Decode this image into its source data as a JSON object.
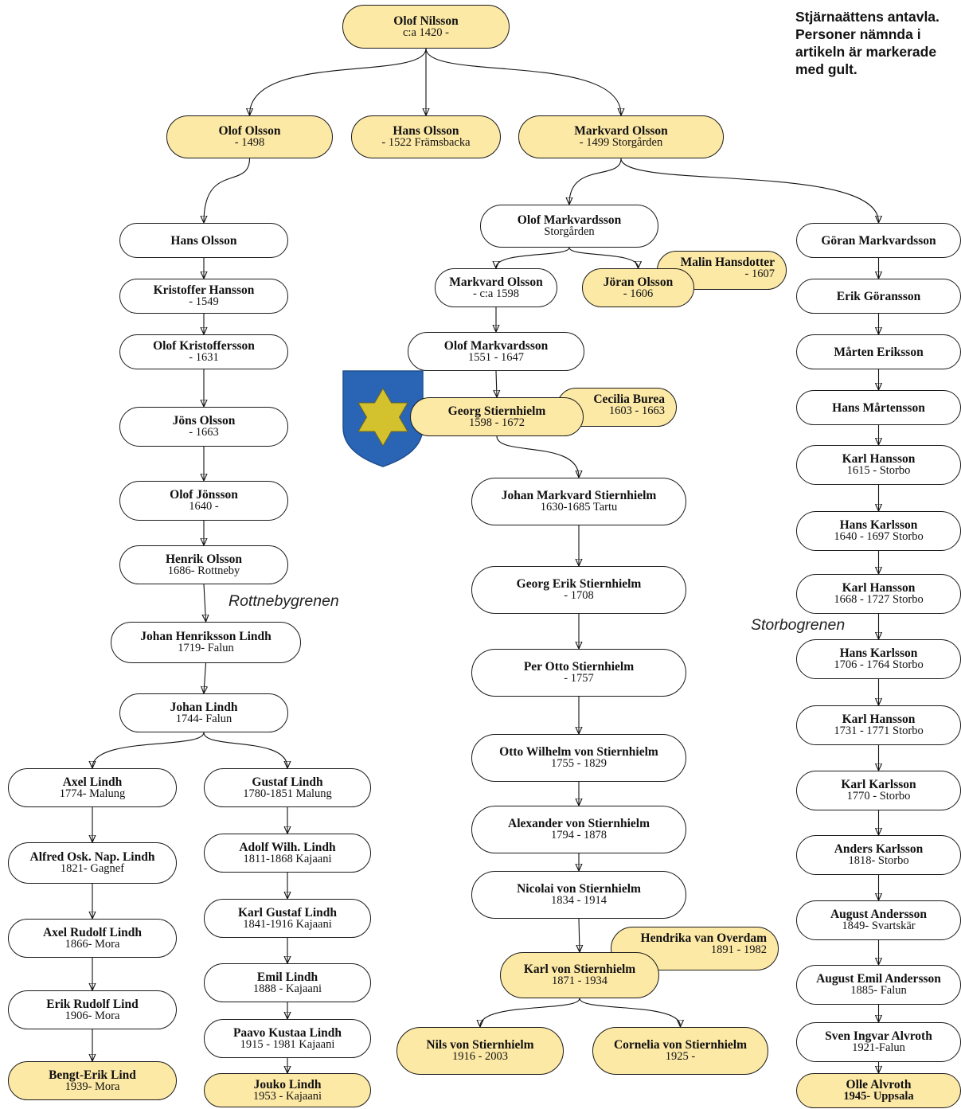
{
  "legend": "Stjärnaättens antavla. Personer nämnda i artikeln är markerade med gult.",
  "branches": {
    "rottneby": "Rottnebygrenen",
    "storbo": "Storbogrenen"
  },
  "coat_of_arms": {
    "icon": "shield-star-icon",
    "field_color": "#2a64b4",
    "star_color": "#d3c22e"
  },
  "colors": {
    "highlight": "#fde9a6",
    "plain": "#ffffff",
    "stroke": "#1a1a1a"
  },
  "people": {
    "olof_nilsson": {
      "name": "Olof  Nilsson",
      "dates": "c:a 1420 -",
      "highlight": true
    },
    "olof_olsson": {
      "name": "Olof Olsson",
      "dates": "- 1498",
      "highlight": true
    },
    "hans_olsson_1": {
      "name": "Hans Olsson",
      "dates": "- 1522 Främsbacka",
      "highlight": true
    },
    "markvard_olsson_1": {
      "name": "Markvard Olsson",
      "dates": "- 1499 Storgården",
      "highlight": true
    },
    "hans_olsson_2": {
      "name": "Hans Olsson",
      "dates": "",
      "highlight": false
    },
    "kristoffer_hansson": {
      "name": "Kristoffer Hansson",
      "dates": "- 1549",
      "highlight": false
    },
    "olof_kristoffersson": {
      "name": "Olof Kristoffersson",
      "dates": "- 1631",
      "highlight": false
    },
    "jons_olsson": {
      "name": "Jöns Olsson",
      "dates": "- 1663",
      "highlight": false
    },
    "olof_jonsson": {
      "name": "Olof Jönsson",
      "dates": "1640 -",
      "highlight": false
    },
    "henrik_olsson": {
      "name": "Henrik Olsson",
      "dates": "1686- Rottneby",
      "highlight": false
    },
    "johan_henriksson_lindh": {
      "name": "Johan Henriksson Lindh",
      "dates": "1719- Falun",
      "highlight": false
    },
    "johan_lindh": {
      "name": "Johan Lindh",
      "dates": "1744- Falun",
      "highlight": false
    },
    "axel_lindh": {
      "name": "Axel Lindh",
      "dates": "1774- Malung",
      "highlight": false
    },
    "gustaf_lindh": {
      "name": "Gustaf Lindh",
      "dates": "1780-1851 Malung",
      "highlight": false
    },
    "alfred_lindh": {
      "name": "Alfred Osk. Nap. Lindh",
      "dates": "1821- Gagnef",
      "highlight": false
    },
    "adolf_lindh": {
      "name": "Adolf Wilh.  Lindh",
      "dates": "1811-1868 Kajaani",
      "highlight": false
    },
    "axel_rudolf_lindh": {
      "name": "Axel Rudolf Lindh",
      "dates": "1866- Mora",
      "highlight": false
    },
    "karl_gustaf_lindh": {
      "name": "Karl Gustaf  Lindh",
      "dates": "1841-1916 Kajaani",
      "highlight": false
    },
    "erik_rudolf_lind": {
      "name": "Erik Rudolf Lind",
      "dates": "1906- Mora",
      "highlight": false
    },
    "emil_lindh": {
      "name": "Emil Lindh",
      "dates": "1888 - Kajaani",
      "highlight": false
    },
    "bengt_erik_lind": {
      "name": "Bengt-Erik Lind",
      "dates": "1939- Mora",
      "highlight": true
    },
    "paavo_lindh": {
      "name": "Paavo Kustaa Lindh",
      "dates": "1915 - 1981 Kajaani",
      "highlight": false
    },
    "jouko_lindh": {
      "name": "Jouko Lindh",
      "dates": "1953 - Kajaani",
      "highlight": true
    },
    "olof_markvardsson_1": {
      "name": "Olof Markvardsson",
      "dates": "Storgården",
      "highlight": false
    },
    "markvard_olsson_2": {
      "name": "Markvard Olsson",
      "dates": "- c:a 1598",
      "highlight": false
    },
    "joran_olsson": {
      "name": "Jöran Olsson",
      "dates": "- 1606",
      "highlight": true
    },
    "malin_hansdotter": {
      "name": "Malin Hansdotter",
      "dates": "- 1607",
      "highlight": true
    },
    "olof_markvardsson_2": {
      "name": "Olof Markvardsson",
      "dates": "1551 - 1647",
      "highlight": false
    },
    "georg_stiernhielm": {
      "name": "Georg Stiernhielm",
      "dates": "1598 - 1672",
      "highlight": true
    },
    "cecilia_burea": {
      "name": "Cecilia Burea",
      "dates": "1603 - 1663",
      "highlight": true
    },
    "johan_markvard": {
      "name": "Johan Markvard Stiernhielm",
      "dates": "1630-1685 Tartu",
      "highlight": false
    },
    "georg_erik": {
      "name": "Georg Erik Stiernhielm",
      "dates": "- 1708",
      "highlight": false
    },
    "per_otto": {
      "name": "Per Otto Stiernhielm",
      "dates": "- 1757",
      "highlight": false
    },
    "otto_wilhelm": {
      "name": "Otto Wilhelm von Stiernhielm",
      "dates": "1755 - 1829",
      "highlight": false
    },
    "alexander": {
      "name": "Alexander von Stiernhielm",
      "dates": "1794 - 1878",
      "highlight": false
    },
    "nicolai": {
      "name": "Nicolai von Stiernhielm",
      "dates": "1834 - 1914",
      "highlight": false
    },
    "karl_von": {
      "name": "Karl von Stiernhielm",
      "dates": "1871 - 1934",
      "highlight": true
    },
    "hendrika": {
      "name": "Hendrika van Overdam",
      "dates": "1891 - 1982",
      "highlight": true
    },
    "nils_von": {
      "name": "Nils von Stiernhielm",
      "dates": "1916 - 2003",
      "highlight": true
    },
    "cornelia_von": {
      "name": "Cornelia von Stiernhielm",
      "dates": "1925 -",
      "highlight": true
    },
    "goran_markvardsson": {
      "name": "Göran Markvardsson",
      "dates": "",
      "highlight": false
    },
    "erik_goransson": {
      "name": "Erik Göransson",
      "dates": "",
      "highlight": false
    },
    "marten_eriksson": {
      "name": "Mårten Eriksson",
      "dates": "",
      "highlight": false
    },
    "hans_martensson": {
      "name": "Hans Mårtensson",
      "dates": "",
      "highlight": false
    },
    "karl_hansson_1": {
      "name": "Karl Hansson",
      "dates": "1615 - Storbo",
      "highlight": false
    },
    "hans_karlsson_1": {
      "name": "Hans Karlsson",
      "dates": "1640 - 1697 Storbo",
      "highlight": false
    },
    "karl_hansson_2": {
      "name": "Karl Hansson",
      "dates": "1668 - 1727 Storbo",
      "highlight": false
    },
    "hans_karlsson_2": {
      "name": "Hans Karlsson",
      "dates": "1706 - 1764 Storbo",
      "highlight": false
    },
    "karl_hansson_3": {
      "name": "Karl Hansson",
      "dates": "1731 - 1771 Storbo",
      "highlight": false
    },
    "karl_karlsson": {
      "name": "Karl Karlsson",
      "dates": "1770 - Storbo",
      "highlight": false
    },
    "anders_karlsson": {
      "name": "Anders Karlsson",
      "dates": "1818- Storbo",
      "highlight": false
    },
    "august_andersson": {
      "name": "August Andersson",
      "dates": "1849- Svartskär",
      "highlight": false
    },
    "august_emil": {
      "name": "August Emil Andersson",
      "dates": "1885- Falun",
      "highlight": false
    },
    "sven_ingvar": {
      "name": "Sven Ingvar Alvroth",
      "dates": "1921-Falun",
      "highlight": false
    },
    "olle_alvroth": {
      "name": "Olle Alvroth",
      "dates": "1945- Uppsala",
      "highlight": true
    }
  }
}
